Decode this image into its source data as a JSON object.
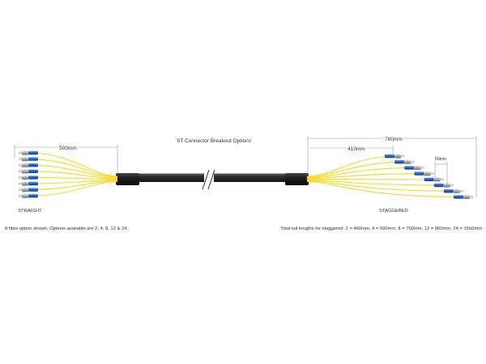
{
  "title": "ST Connector Breakout Options",
  "labels": {
    "straight": "STRAIGHT",
    "staggered": "STAGGERED"
  },
  "dimensions": {
    "straight_length": "500mm",
    "staggered_first": "410mm",
    "staggered_total": "760mm",
    "stagger_step": "50mm"
  },
  "notes": {
    "options": "8 fibre option shown. Options available are 2, 4, 8, 12 & 24.",
    "staggered_lengths": "Total tail lengths for staggered: 2 = 460mm, 4 = 560mm, 8 = 760mm, 12 = 960mm, 24 = 1560mm"
  },
  "colors": {
    "fibre": "#f2d10c",
    "cable": "#2b2b2b",
    "connector_blue": "#1f5fbf",
    "connector_metal": "#b8bcc2"
  },
  "icons": {
    "connector": "st-connector-icon",
    "break": "cable-break-icon"
  },
  "fibre_count": 8
}
